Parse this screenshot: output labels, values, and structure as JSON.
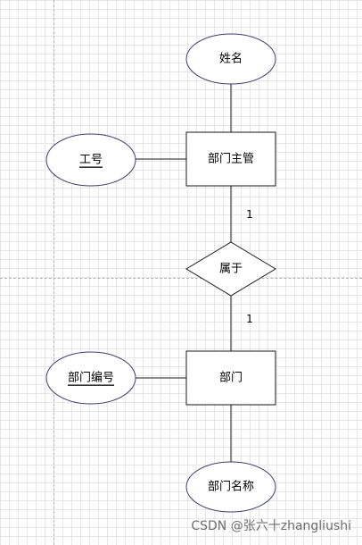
{
  "diagram": {
    "entities": {
      "manager": "部门主管",
      "department": "部门"
    },
    "relationship": "属于",
    "attributes": {
      "name": "姓名",
      "employee_id": "工号",
      "dept_id": "部门编号",
      "dept_name": "部门名称"
    },
    "cardinality": {
      "upper": "1",
      "lower": "1"
    }
  },
  "watermark": "CSDN @张六十zhangliushi",
  "colors": {
    "stroke": "#1a1a1a",
    "ellipse_stroke": "#3f3d6e",
    "grid": "#e6e6e6",
    "guide": "#b5b5b5"
  }
}
